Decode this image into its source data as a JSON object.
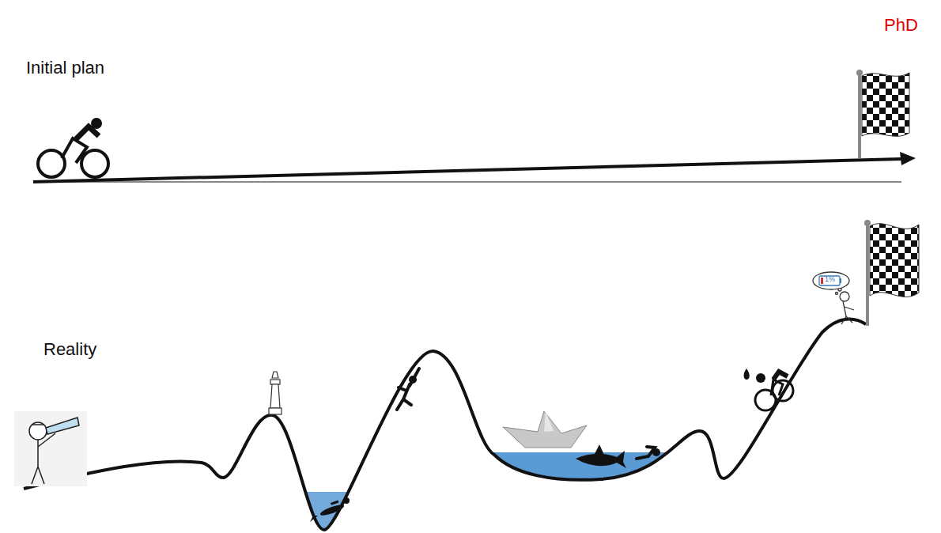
{
  "diagram": {
    "labels": [
      "PhD",
      "Initial plan",
      "Reality",
      "1%"
    ]
  }
}
